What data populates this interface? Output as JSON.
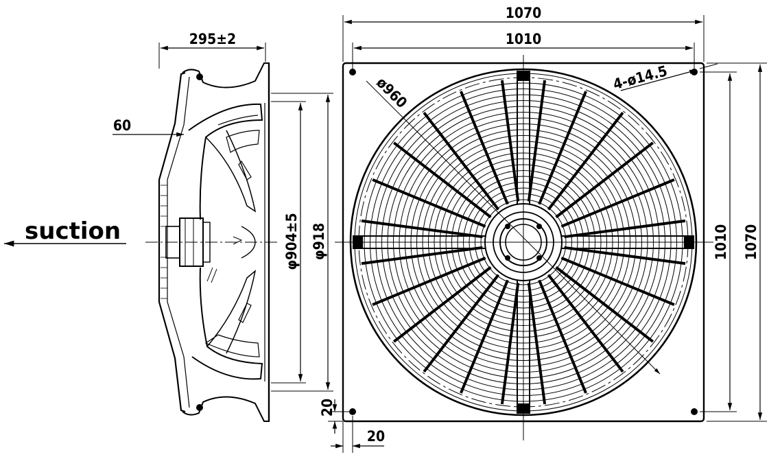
{
  "labels": {
    "side_depth": "295±2",
    "hub_offset": "60",
    "suction": "suction",
    "inner_dia": "φ904±5",
    "outer_dia": "φ918",
    "plate_width": "1070",
    "hole_spacing_h": "1010",
    "guard_dia": "ø960",
    "holes": "4-ø14.5",
    "hole_spacing_v": "1010",
    "plate_height": "1070",
    "edge_v": "20",
    "edge_h": "20"
  },
  "colors": {
    "line": "#000000",
    "background": "#ffffff"
  }
}
